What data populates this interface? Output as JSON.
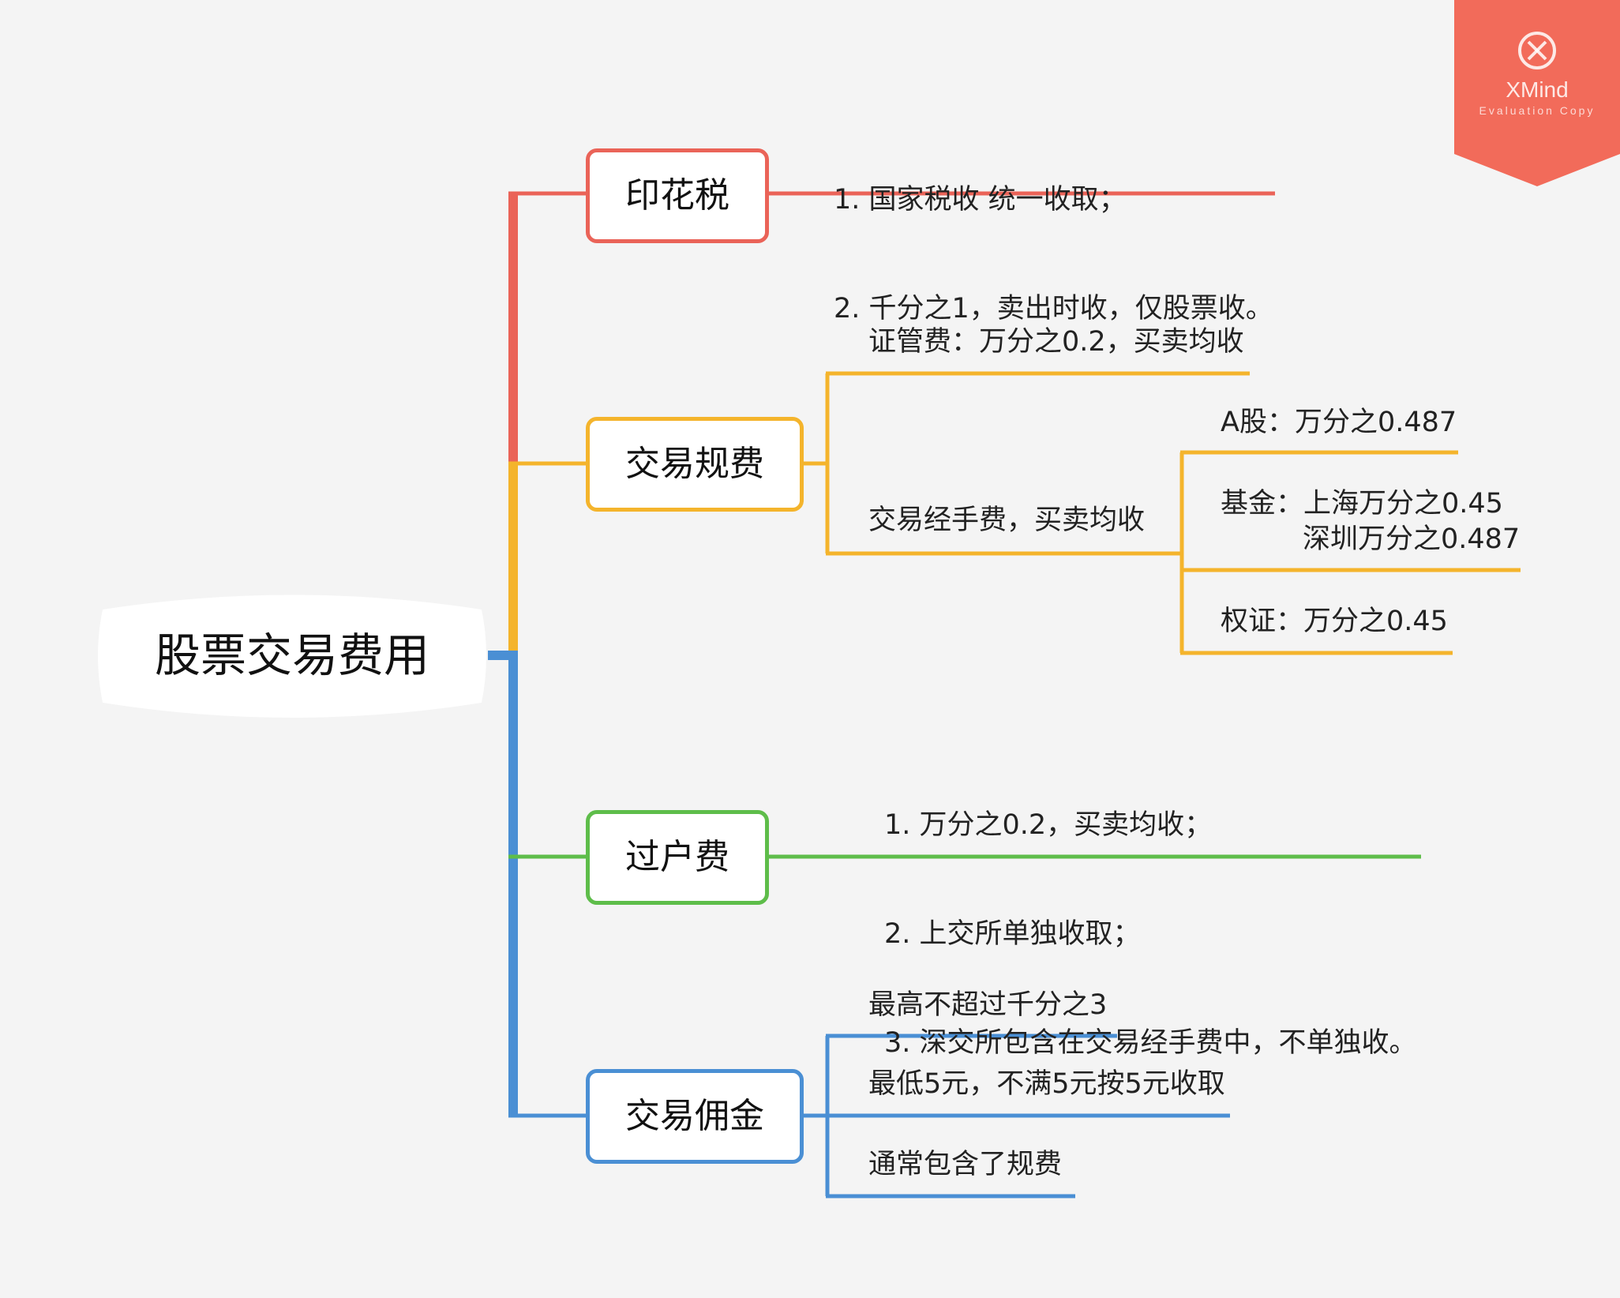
{
  "root": {
    "label": "股票交易费用"
  },
  "colors": {
    "red": "#ea6358",
    "orange": "#f4b42c",
    "green": "#5ebd4a",
    "blue": "#4a8fd4",
    "badge": "#f26b5a"
  },
  "topics": {
    "stamp_tax": {
      "label": "印花税",
      "notes": [
        "1. 国家税收 统一收取；",
        "2. 千分之1，卖出时收，仅股票收。"
      ]
    },
    "regulatory_fee": {
      "label": "交易规费",
      "securities_fee": "证管费：万分之0.2，买卖均收",
      "handling_fee": {
        "label": "交易经手费，买卖均收",
        "a_share": "A股：万分之0.487",
        "fund_line1": "基金：上海万分之0.45",
        "fund_line2": "深圳万分之0.487",
        "warrant": "权证：万分之0.45"
      }
    },
    "transfer_fee": {
      "label": "过户费",
      "notes": [
        "1. 万分之0.2，买卖均收；",
        "2. 上交所单独收取；",
        "3. 深交所包含在交易经手费中，不单独收。"
      ]
    },
    "commission": {
      "label": "交易佣金",
      "max": "最高不超过千分之3",
      "min": "最低5元，不满5元按5元收取",
      "includes": "通常包含了规费"
    }
  },
  "badge": {
    "icon": "close-icon",
    "title": "XMind",
    "subtitle": "Evaluation Copy"
  }
}
